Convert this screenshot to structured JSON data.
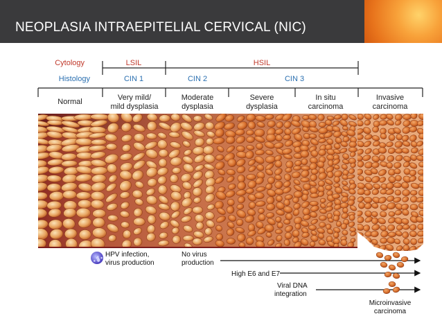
{
  "slide": {
    "title": "NEOPLASIA INTRAEPITELIAL CERVICAL (NIC)",
    "header_bg": "#3a3a3c",
    "accent_colors": [
      "#ffd36a",
      "#f8a23a",
      "#e8741c"
    ]
  },
  "diagram": {
    "rows": {
      "cytology_label": "Cytology",
      "histology_label": "Histology",
      "cytology_color": "#c0392b",
      "histology_color": "#2a6fb0"
    },
    "cytology": [
      "LSIL",
      "HSIL"
    ],
    "histology": [
      "CIN 1",
      "CIN 2",
      "CIN 3"
    ],
    "stages": [
      {
        "line1": "Normal",
        "line2": ""
      },
      {
        "line1": "Very mild/",
        "line2": "mild dysplasia"
      },
      {
        "line1": "Moderate",
        "line2": "dysplasia"
      },
      {
        "line1": "Severe",
        "line2": "dysplasia"
      },
      {
        "line1": "In situ",
        "line2": "carcinoma"
      },
      {
        "line1": "Invasive",
        "line2": "carcinoma"
      }
    ],
    "events": {
      "hpv_infection_line1": "HPV infection,",
      "hpv_infection_line2": "virus production",
      "no_virus_line1": "No virus",
      "no_virus_line2": "production",
      "high_e6_e7": "High E6 and E7",
      "viral_dna_line1": "Viral DNA",
      "viral_dna_line2": "integration",
      "microinvasive_line1": "Microinvasive",
      "microinvasive_line2": "carcinoma"
    },
    "tissue_colors": {
      "basement": "#7a1d1d",
      "cell_light": "#f5d9a8",
      "cell_mid": "#e49a5a",
      "cell_dark": "#b8551f"
    }
  }
}
